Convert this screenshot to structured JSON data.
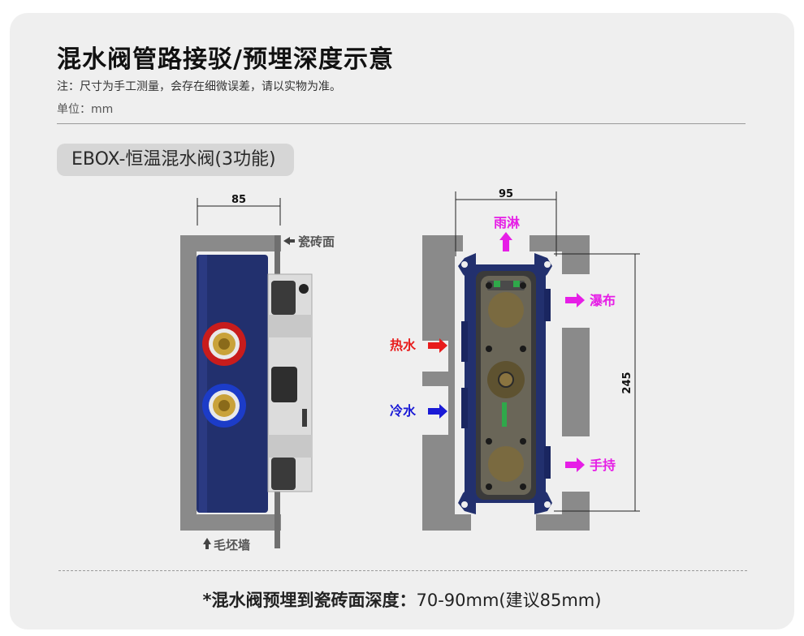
{
  "header": {
    "title": "混水阀管路接驳/预埋深度示意",
    "note": "注：尺寸为手工测量，会存在细微误差，请以实物为准。",
    "unit": "单位：mm"
  },
  "model": {
    "label": "EBOX-恒温混水阀(3功能)"
  },
  "side_view": {
    "width_dim": "85",
    "tile_face_label": "瓷砖面",
    "wall_label": "毛坯墙"
  },
  "front_view": {
    "width_dim": "95",
    "height_dim": "245",
    "outlets": {
      "top": "雨淋",
      "upper_right": "瀑布",
      "lower_right": "手持"
    },
    "inlets": {
      "hot": "热水",
      "cold": "冷水"
    }
  },
  "colors": {
    "outlet_arrow": "#e61ee6",
    "hot_arrow": "#e81c1c",
    "cold_arrow": "#1a1ad6",
    "valve_body": "#22306e",
    "wall_gray": "#8a8a8a"
  },
  "footer": {
    "bold_text": "*混水阀预埋到瓷砖面深度：",
    "normal_text": "70-90mm(建议85mm)"
  }
}
